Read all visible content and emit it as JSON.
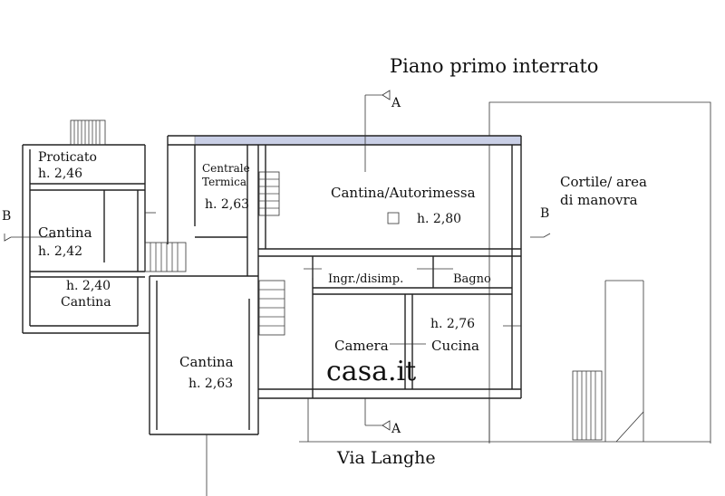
{
  "title": "Piano primo interrato",
  "street": "Via Langhe",
  "watermark": "casa.it",
  "section_markers": {
    "a_top": "A",
    "a_bottom": "A",
    "b_left": "B",
    "b_right": "B"
  },
  "rooms": {
    "proticato": {
      "name": "Proticato",
      "height": "h. 2,46"
    },
    "centrale_termica": {
      "name_line1": "Centrale",
      "name_line2": "Termica",
      "height": "h. 2,63"
    },
    "cantina_autorimessa": {
      "name": "Cantina/Autorimessa",
      "height": "h. 2,80"
    },
    "cortile": {
      "line1": "Cortile/ area",
      "line2": "di manovra"
    },
    "cantina_left": {
      "name": "Cantina",
      "height": "h. 2,42"
    },
    "cantina_small": {
      "height": "h. 2,40",
      "name": "Cantina"
    },
    "ingresso": {
      "name": "Ingr./disimp."
    },
    "bagno": {
      "name": "Bagno"
    },
    "cucina": {
      "height": "h. 2,76",
      "name": "Cucina"
    },
    "camera": {
      "name": "Camera"
    },
    "cantina_big": {
      "name": "Cantina",
      "height": "h. 2,63"
    }
  },
  "colors": {
    "ink": "#222222",
    "window_fill": "#c9cfe6",
    "background": "#ffffff"
  }
}
